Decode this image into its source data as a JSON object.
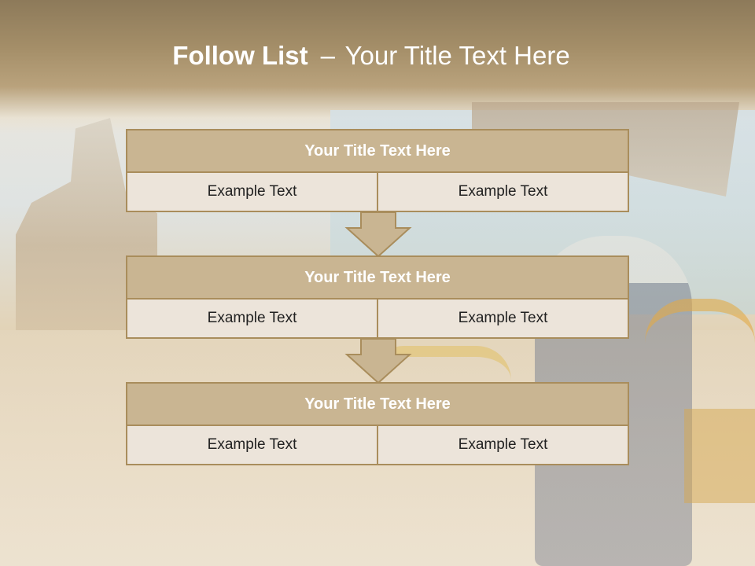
{
  "slide": {
    "title_strong": "Follow List",
    "title_dash": "–",
    "title_rest": "Your Title Text Here"
  },
  "steps": [
    {
      "heading": "Your Title Text Here",
      "left": "Example Text",
      "right": "Example Text"
    },
    {
      "heading": "Your Title Text Here",
      "left": "Example Text",
      "right": "Example Text"
    },
    {
      "heading": "Your Title Text Here",
      "left": "Example Text",
      "right": "Example Text"
    }
  ],
  "icons": [
    "down-arrow-icon"
  ],
  "colors": {
    "header_fill": "#c9b592",
    "border": "#a98d5c",
    "cell_fill": "#ece4da",
    "arrow_fill": "#c9b592"
  }
}
